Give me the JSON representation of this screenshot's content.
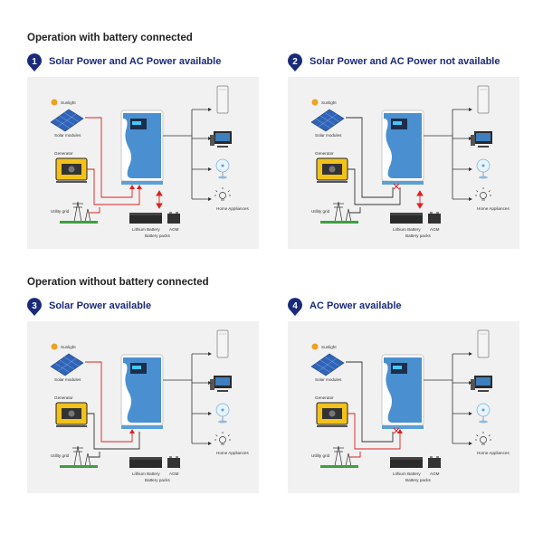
{
  "sections": [
    {
      "title": "Operation with battery connected"
    },
    {
      "title": "Operation without battery connected"
    }
  ],
  "panels": [
    {
      "number": "1",
      "heading": "Solar Power and AC Power available",
      "battery": true,
      "mode": "solar-ac"
    },
    {
      "number": "2",
      "heading": "Solar Power and AC Power not available",
      "battery": true,
      "mode": "none"
    },
    {
      "number": "3",
      "heading": "Solar Power available",
      "battery": false,
      "mode": "solar"
    },
    {
      "number": "4",
      "heading": "AC Power available",
      "battery": false,
      "mode": "ac"
    }
  ],
  "labels": {
    "sunlight": "Sunlight",
    "solar_modules": "Solar modules",
    "generator": "Generator",
    "utility_grid": "Utility grid",
    "home_appliances": "Home Appliances",
    "lithium_battery": "Lithium Battery",
    "agm": "AGM",
    "battery_packs": "Battery packs"
  },
  "colors": {
    "badge": "#1a2a7a",
    "heading": "#1a2a7a",
    "flow_active": "#e02020",
    "flow_idle": "#333333",
    "inverter_blue": "#4a90d0",
    "panel_bg": "#f1f1f1"
  }
}
